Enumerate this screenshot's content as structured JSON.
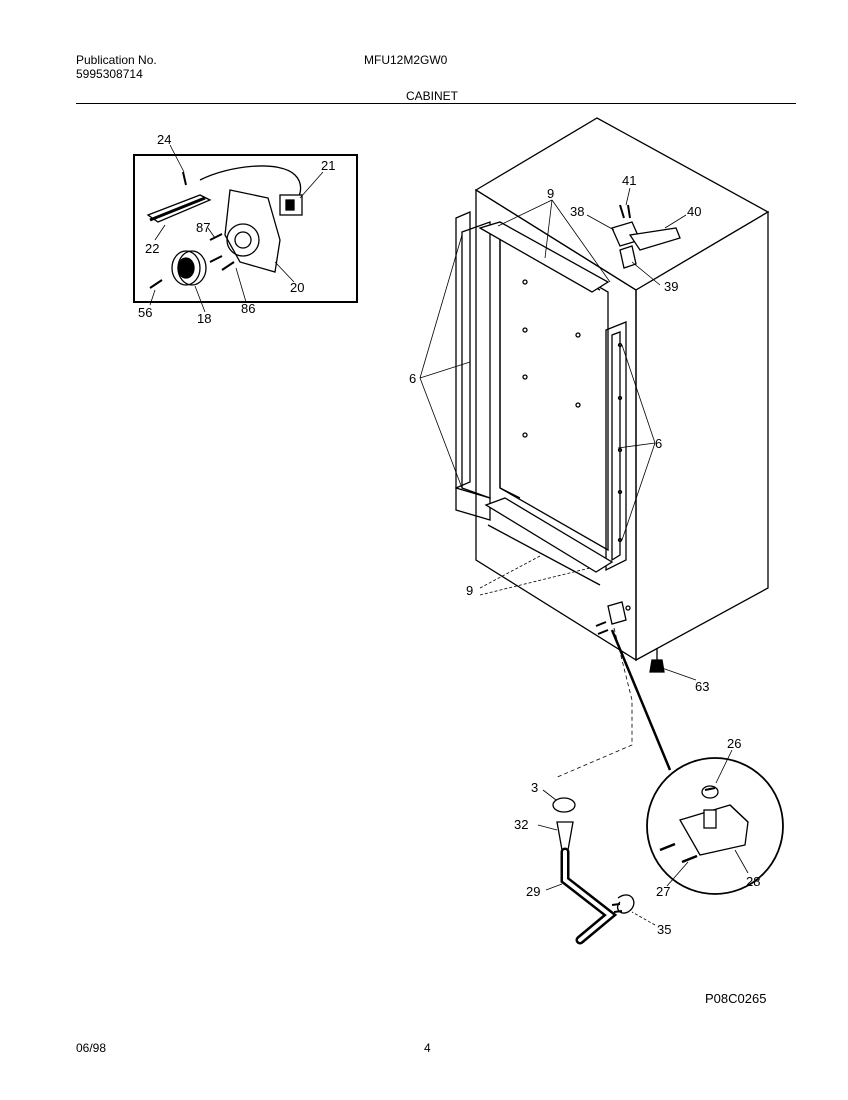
{
  "header": {
    "publication_label": "Publication No.",
    "publication_number": "5995308714",
    "model": "MFU12M2GW0",
    "section": "CABINET"
  },
  "footer": {
    "date": "06/98",
    "page": "4",
    "figure_code": "P08C0265"
  },
  "callouts": {
    "c24": "24",
    "c21": "21",
    "c87": "87",
    "c22": "22",
    "c20": "20",
    "c86": "86",
    "c56": "56",
    "c18": "18",
    "c41": "41",
    "c9a": "9",
    "c38": "38",
    "c40": "40",
    "c39": "39",
    "c6a": "6",
    "c6b": "6",
    "c9b": "9",
    "c63": "63",
    "c26": "26",
    "c3": "3",
    "c32": "32",
    "c29": "29",
    "c27": "27",
    "c28": "28",
    "c35": "35"
  }
}
